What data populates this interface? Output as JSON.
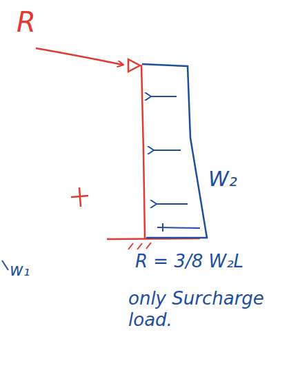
{
  "diagram": {
    "labels": [
      "R",
      "W₂",
      "w₁",
      "R = 3/8 W₂L",
      "only Surcharge load."
    ]
  }
}
